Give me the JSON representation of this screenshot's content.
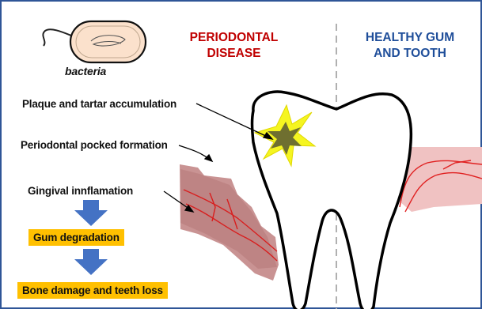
{
  "headers": {
    "disease": "PERIODONTAL DISEASE",
    "healthy": "HEALTHY GUM AND TOOTH"
  },
  "bacteria_caption": "bacteria",
  "labels": {
    "plaque": "Plaque and tartar accumulation",
    "pocket": "Periodontal pocked formation",
    "inflammation": "Gingival innflamation"
  },
  "stages": {
    "gum": "Gum degradation",
    "bone": "Bone damage and teeth loss"
  },
  "colors": {
    "disease_header": "#c00000",
    "healthy_header": "#1f4e9a",
    "arrow_blue": "#4472c4",
    "stage_box": "#ffc000",
    "frame": "#2f5597"
  }
}
